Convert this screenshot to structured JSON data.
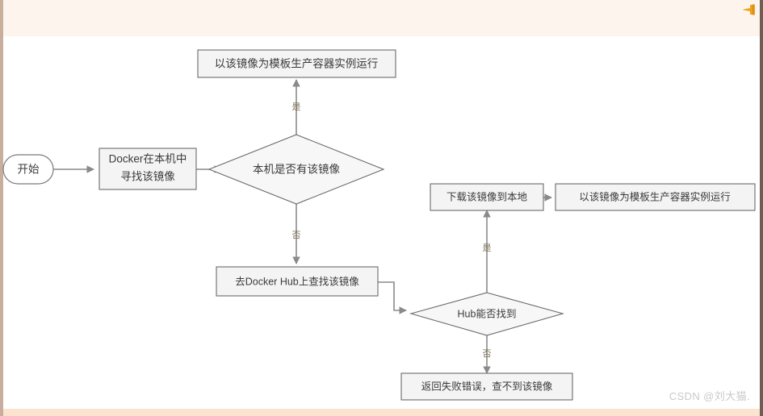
{
  "page": {
    "watermark": "CSDN @刘大猫.",
    "pin_icon": "pushpin-icon",
    "colors": {
      "header_band": "#fdf4ee",
      "footer_band": "#fbe3d0",
      "left_rail": "#c8ae9c",
      "right_rail": "#6e5d52",
      "pin": "#f0a31c",
      "node_fill": "#f4f4f4",
      "node_stroke": "#6b6b6b",
      "connector": "#8a8a8a",
      "edge_label": "#7a6e52",
      "watermark": "#c9c9c9"
    }
  },
  "chart_data": {
    "type": "diagram",
    "title": "",
    "nodes": [
      {
        "id": "start",
        "shape": "stadium",
        "label": "开始"
      },
      {
        "id": "search",
        "shape": "box",
        "label_line1": "Docker在本机中",
        "label_line2": "寻找该镜像"
      },
      {
        "id": "has_local",
        "shape": "diamond",
        "label": "本机是否有该镜像"
      },
      {
        "id": "run_local",
        "shape": "box",
        "label": "以该镜像为模板生产容器实例运行"
      },
      {
        "id": "go_hub",
        "shape": "box",
        "label": "去Docker Hub上查找该镜像"
      },
      {
        "id": "hub_found",
        "shape": "diamond",
        "label": "Hub能否找到"
      },
      {
        "id": "download",
        "shape": "box",
        "label": "下载该镜像到本地"
      },
      {
        "id": "run_pulled",
        "shape": "box",
        "label": "以该镜像为模板生产容器实例运行"
      },
      {
        "id": "fail",
        "shape": "box",
        "label": "返回失败错误，查不到该镜像"
      }
    ],
    "edges": [
      {
        "from": "start",
        "to": "search",
        "label": ""
      },
      {
        "from": "search",
        "to": "has_local",
        "label": ""
      },
      {
        "from": "has_local",
        "to": "run_local",
        "label": "是"
      },
      {
        "from": "has_local",
        "to": "go_hub",
        "label": "否"
      },
      {
        "from": "go_hub",
        "to": "hub_found",
        "label": ""
      },
      {
        "from": "hub_found",
        "to": "download",
        "label": "是"
      },
      {
        "from": "download",
        "to": "run_pulled",
        "label": ""
      },
      {
        "from": "hub_found",
        "to": "fail",
        "label": "否"
      }
    ]
  }
}
